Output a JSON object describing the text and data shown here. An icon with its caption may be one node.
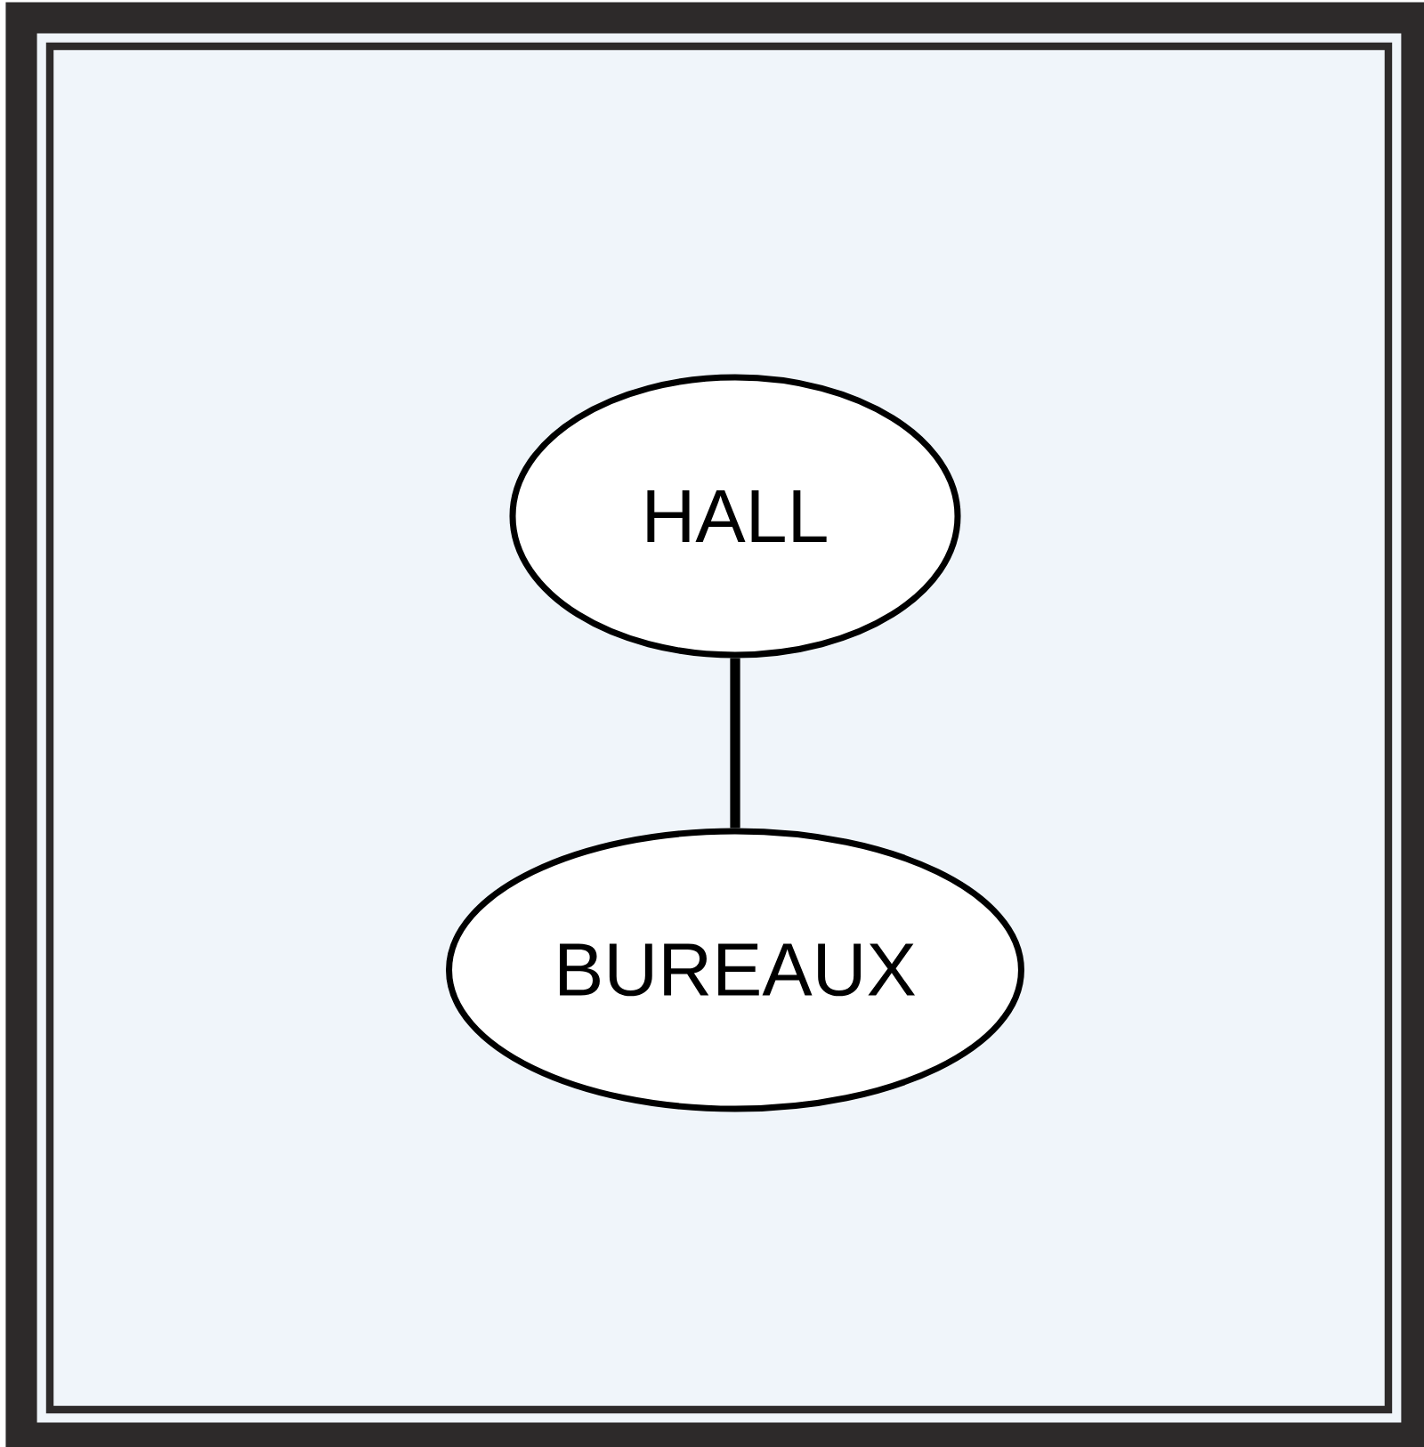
{
  "diagram": {
    "nodes": [
      {
        "text": [
          "HALL"
        ]
      },
      {
        "text": [
          "BUREAUX"
        ]
      }
    ],
    "edges": [
      {
        "from": 0,
        "to": 1,
        "arrow": "none"
      }
    ]
  }
}
